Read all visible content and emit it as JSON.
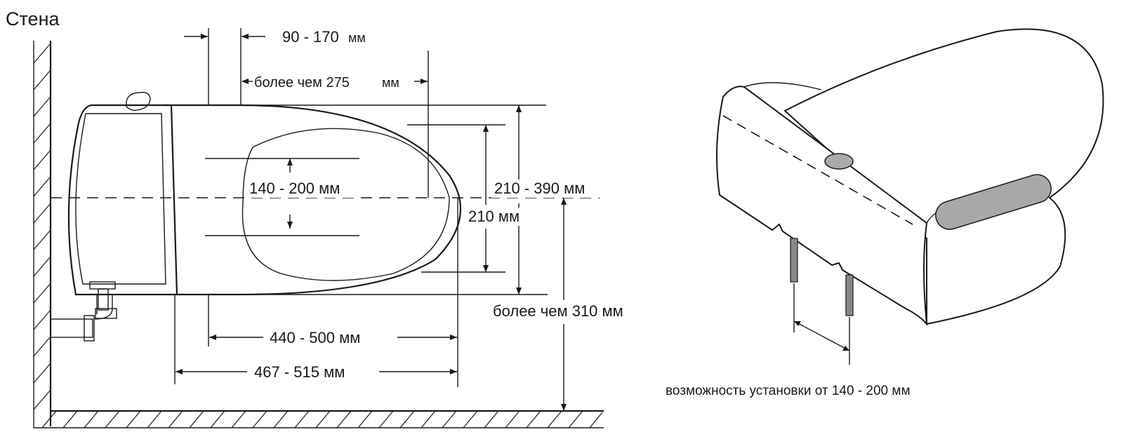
{
  "wall_label": "Стена",
  "dimensions": {
    "d_90_170": "90 - 170",
    "d_275": "более чем 275",
    "d_140_200": "140 - 200 мм",
    "d_210_390": "210 - 390 мм",
    "d_210": "210 мм",
    "d_310": "более чем 310 мм",
    "d_440_500": "440 - 500 мм",
    "d_467_515": "467 - 515 мм",
    "unit": "мм"
  },
  "install_caption": "возможность установки от 140 - 200 мм"
}
